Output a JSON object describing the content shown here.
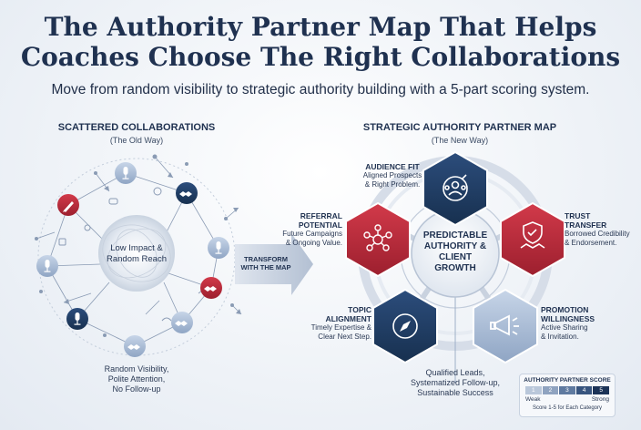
{
  "header": {
    "title_line1": "The Authority Partner Map That Helps",
    "title_line2": "Coaches Choose The Right Collaborations",
    "subtitle": "Move from random visibility to strategic authority building with a 5-part scoring system."
  },
  "left": {
    "heading": "SCATTERED COLLABORATIONS",
    "subheading": "(The Old Way)",
    "center_text_1": "Low Impact &",
    "center_text_2": "Random Reach",
    "footer_1": "Random Visibility,",
    "footer_2": "Polite Attention,",
    "footer_3": "No Follow-up"
  },
  "transition": {
    "line1": "TRANSFORM",
    "line2": "WITH THE MAP"
  },
  "right": {
    "heading": "STRATEGIC AUTHORITY PARTNER MAP",
    "subheading": "(The New Way)",
    "center_1": "PREDICTABLE",
    "center_2": "AUTHORITY &",
    "center_3": "CLIENT",
    "center_4": "GROWTH",
    "nodes": {
      "audience": {
        "title": "AUDIENCE FIT",
        "d1": "Aligned Prospects",
        "d2": "& Right Problem."
      },
      "trust": {
        "t1": "TRUST",
        "t2": "TRANSFER",
        "d1": "Borrowed Credibility",
        "d2": "& Endorsement."
      },
      "promotion": {
        "t1": "PROMOTION",
        "t2": "WILLINGNESS",
        "d1": "Active Sharing",
        "d2": "& Invitation."
      },
      "topic": {
        "t1": "TOPIC",
        "t2": "ALIGNMENT",
        "d1": "Timely Expertise &",
        "d2": "Clear Next Step."
      },
      "referral": {
        "t1": "REFERRAL",
        "t2": "POTENTIAL",
        "d1": "Future Campaigns",
        "d2": "& Ongoing Value."
      }
    },
    "footer_1": "Qualified Leads,",
    "footer_2": "Systematized Follow-up,",
    "footer_3": "Sustainable Success"
  },
  "score": {
    "title": "AUTHORITY PARTNER SCORE",
    "cells": [
      "1",
      "2",
      "3",
      "4",
      "5"
    ],
    "low": "Weak",
    "high": "Strong",
    "note": "Score 1-5 for Each Category"
  },
  "colors": {
    "navy": "#1f3a62",
    "red": "#b8283a",
    "light_blue": "#a9bcd6",
    "grey_blue": "#8fa2bd"
  }
}
